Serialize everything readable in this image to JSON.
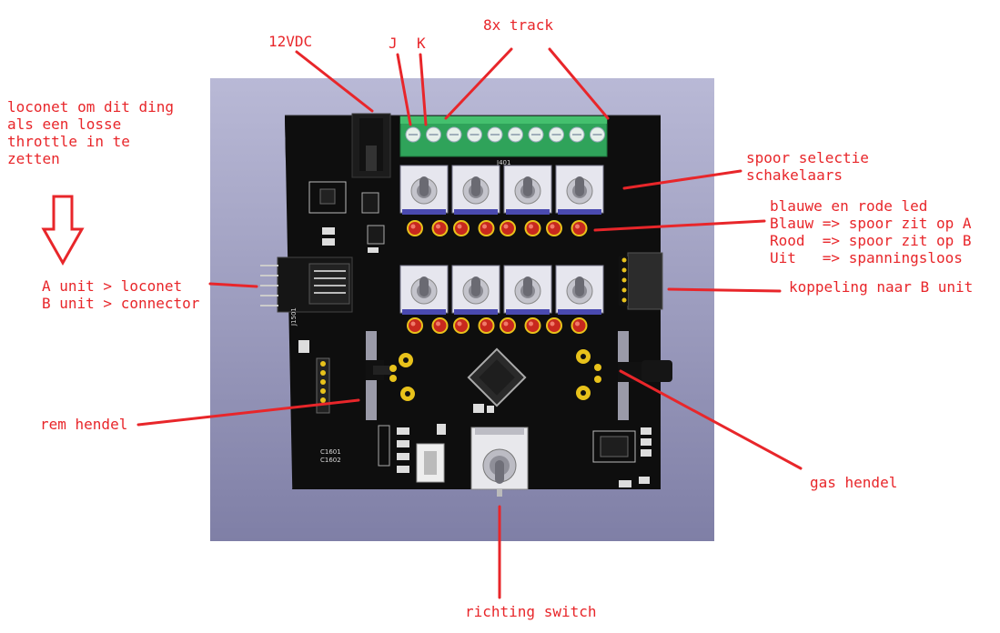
{
  "labels": {
    "power": "12VDC",
    "j": "J",
    "k": "K",
    "track": "8x track",
    "loconet": "loconet om dit ding\nals een losse\nthrottle in te\nzetten",
    "unit_connector": "A unit > loconet\nB unit > connector",
    "switches": "spoor selectie\nschakelaars",
    "leds": "blauwe en rode led\nBlauw => spoor zit op A\nRood  => spoor zit op B\nUit   => spanningsloos",
    "coupling": "koppeling naar B unit",
    "brake": "rem hendel",
    "throttle": "gas hendel",
    "direction": "richting switch"
  },
  "silkscreen": {
    "terminal": "J401",
    "header": "J1501",
    "cap1": "C1601",
    "cap2": "C1602"
  },
  "colors": {
    "annotation": "#e8262a",
    "pcb": "#0e0e0e",
    "terminal_block": "#2fa35a",
    "led": "#c8281e",
    "pad": "#e8c21b"
  }
}
